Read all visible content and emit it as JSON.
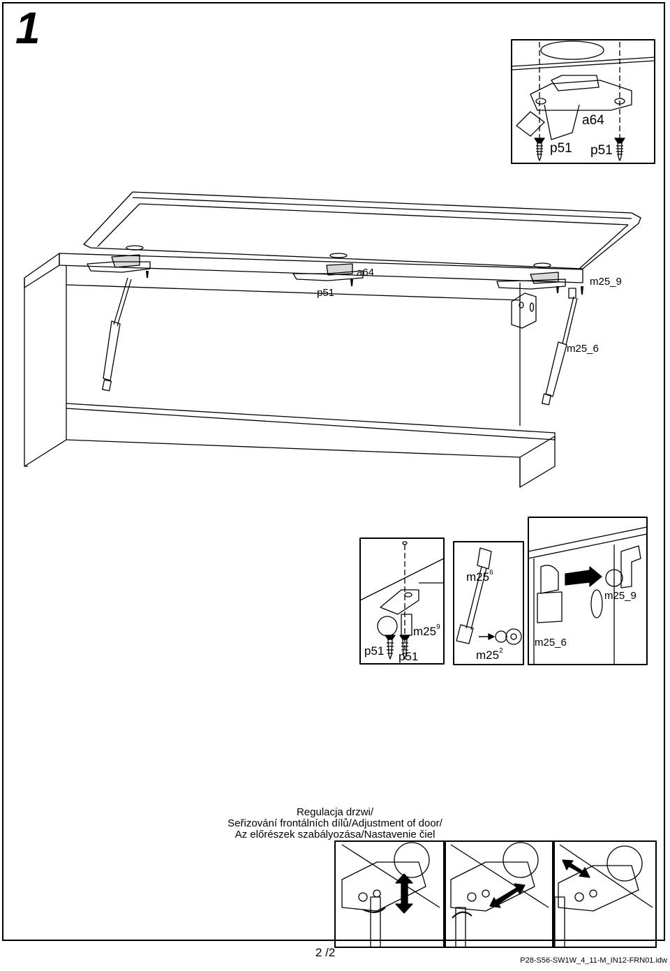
{
  "page": {
    "step_number": "1",
    "page_indicator": "2 /2",
    "document_code": "P28-S56-SW1W_4_11-M_IN12-FRN01.idw"
  },
  "labels": {
    "top_detail": {
      "a64": "a64",
      "p51_left": "p51",
      "p51_right": "p51"
    },
    "main": {
      "a64": "a64",
      "p51": "p51",
      "m25_9": "m25_9",
      "m25_6": "m25_6"
    },
    "detail_left": {
      "m25": "m25",
      "m25_sup": "9",
      "p51_a": "p51",
      "p51_b": "p51"
    },
    "detail_middle": {
      "m25_top": "m25",
      "m25_top_sup": "6",
      "m25_bottom": "m25",
      "m25_bottom_sup": "2"
    },
    "detail_right": {
      "m25_9": "m25_9",
      "m25_6": "m25_6"
    }
  },
  "caption": {
    "line1": "Regulacja drzwi/",
    "line2": "Seřizování frontálních dílů/Adjustment of door/",
    "line3": "Az előrészek szabályozása/Nastavenie čiel"
  },
  "icons": [
    "screw-icon",
    "hinge-icon",
    "gas-strut-icon",
    "screwdriver-icon",
    "rotate-arrow-icon",
    "double-arrow-icon"
  ]
}
